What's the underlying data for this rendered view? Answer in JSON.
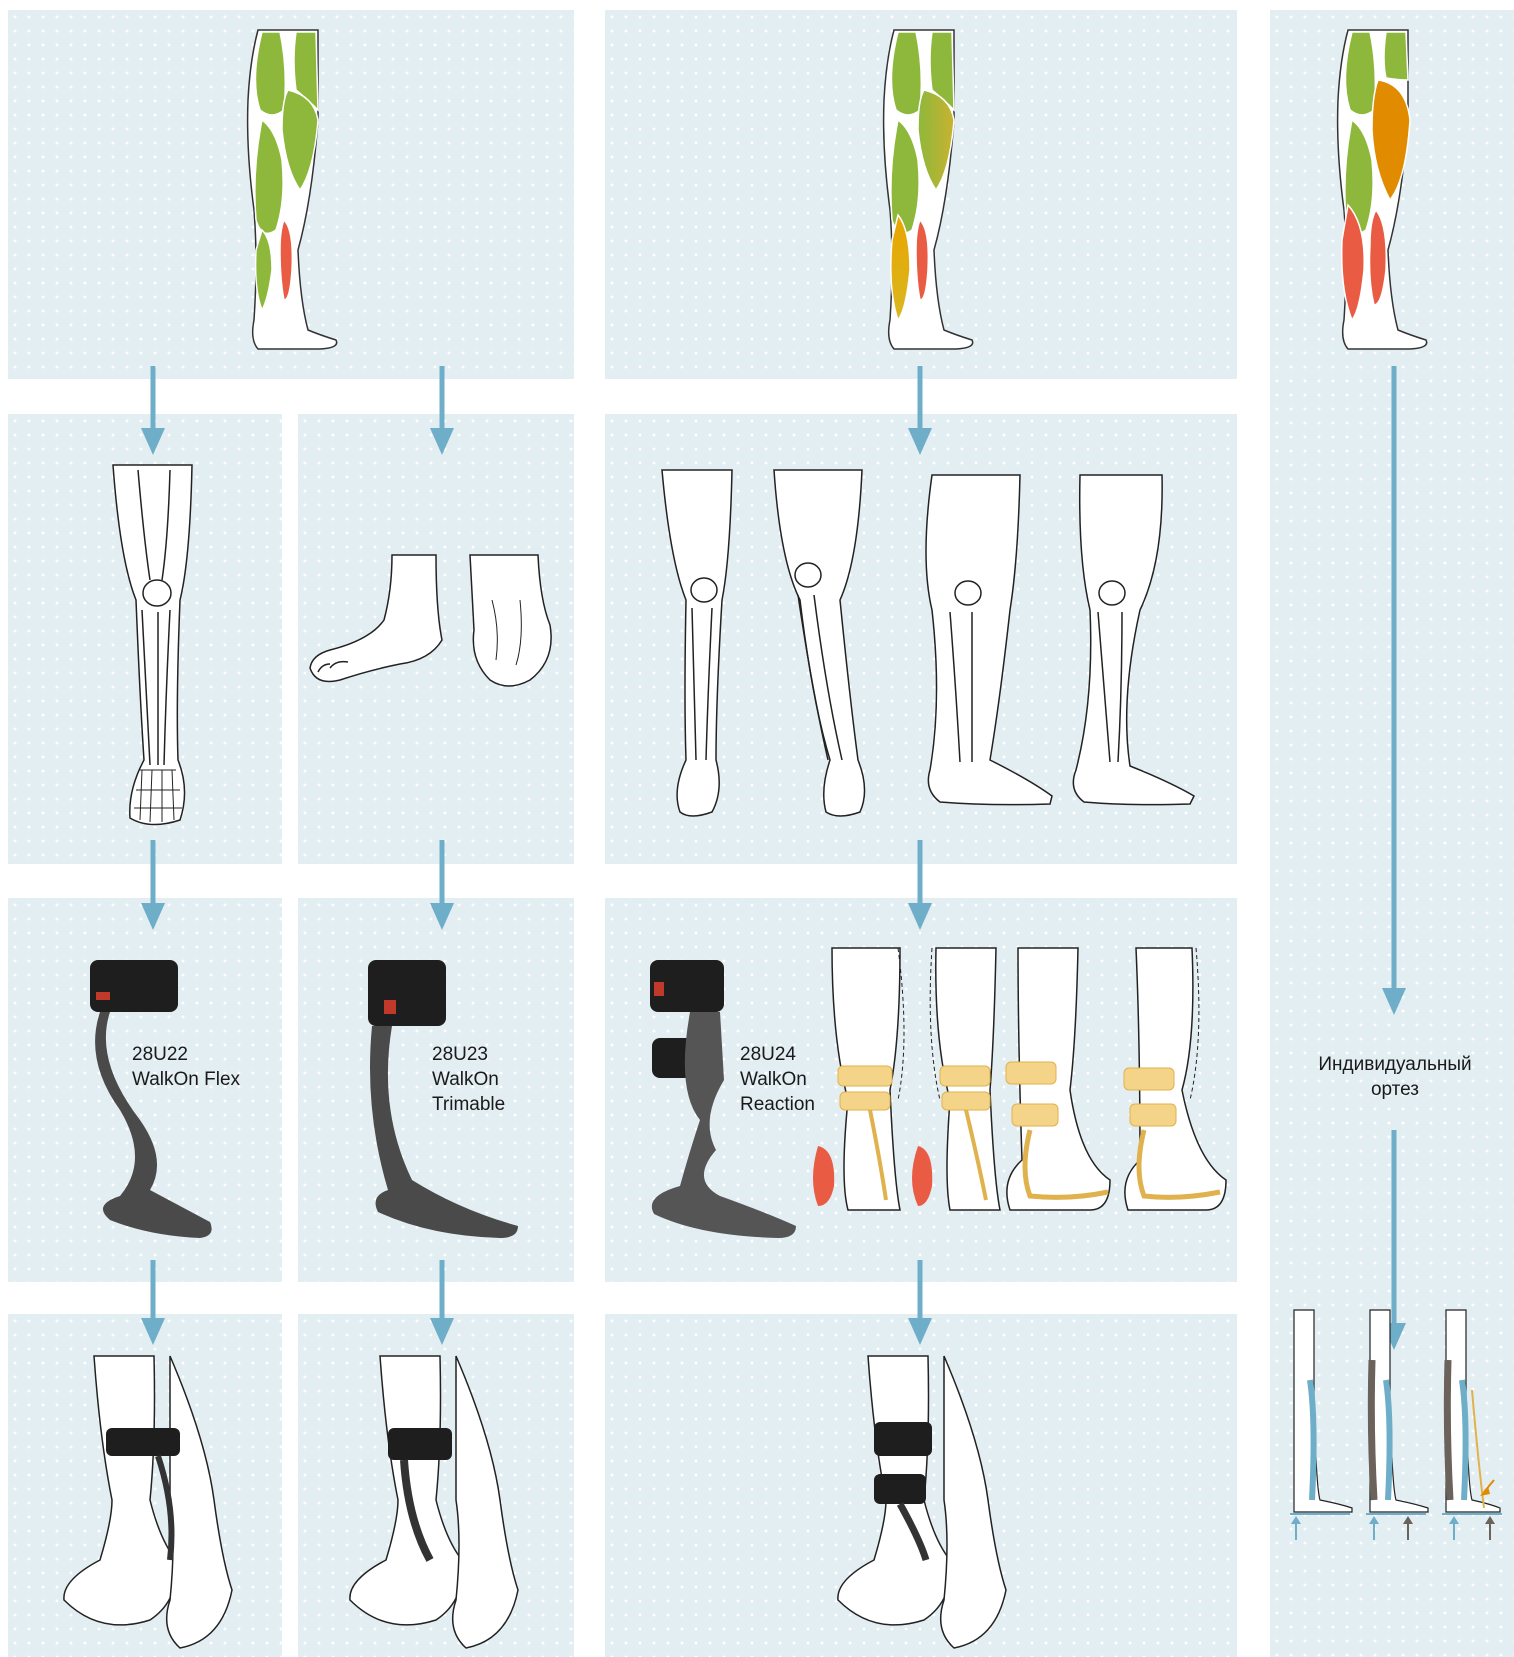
{
  "colors": {
    "panel_bg": "#e3eef3",
    "arrow": "#6faec8",
    "muscle_green": "#8db83b",
    "muscle_orange": "#e18b00",
    "muscle_red": "#ea5b44",
    "orthosis_yellow": "#f3d489",
    "brace_black": "#1e1e1e",
    "carbon_gray": "#5a5a5a"
  },
  "products": [
    {
      "code": "28U22",
      "name": "WalkOn Flex"
    },
    {
      "code": "28U23",
      "name_line1": "WalkOn",
      "name_line2": "Trimable"
    },
    {
      "code": "28U24",
      "name_line1": "WalkOn",
      "name_line2": "Reaction"
    }
  ],
  "custom_orthosis": {
    "line1": "Индивидуальный",
    "line2": "ортез"
  },
  "icons": [
    "leg-muscle-icon",
    "skeleton-leg-icon",
    "foot-icon",
    "ankle-foot-orthosis-icon",
    "leg-with-orthosis-icon",
    "flow-arrow-icon"
  ]
}
